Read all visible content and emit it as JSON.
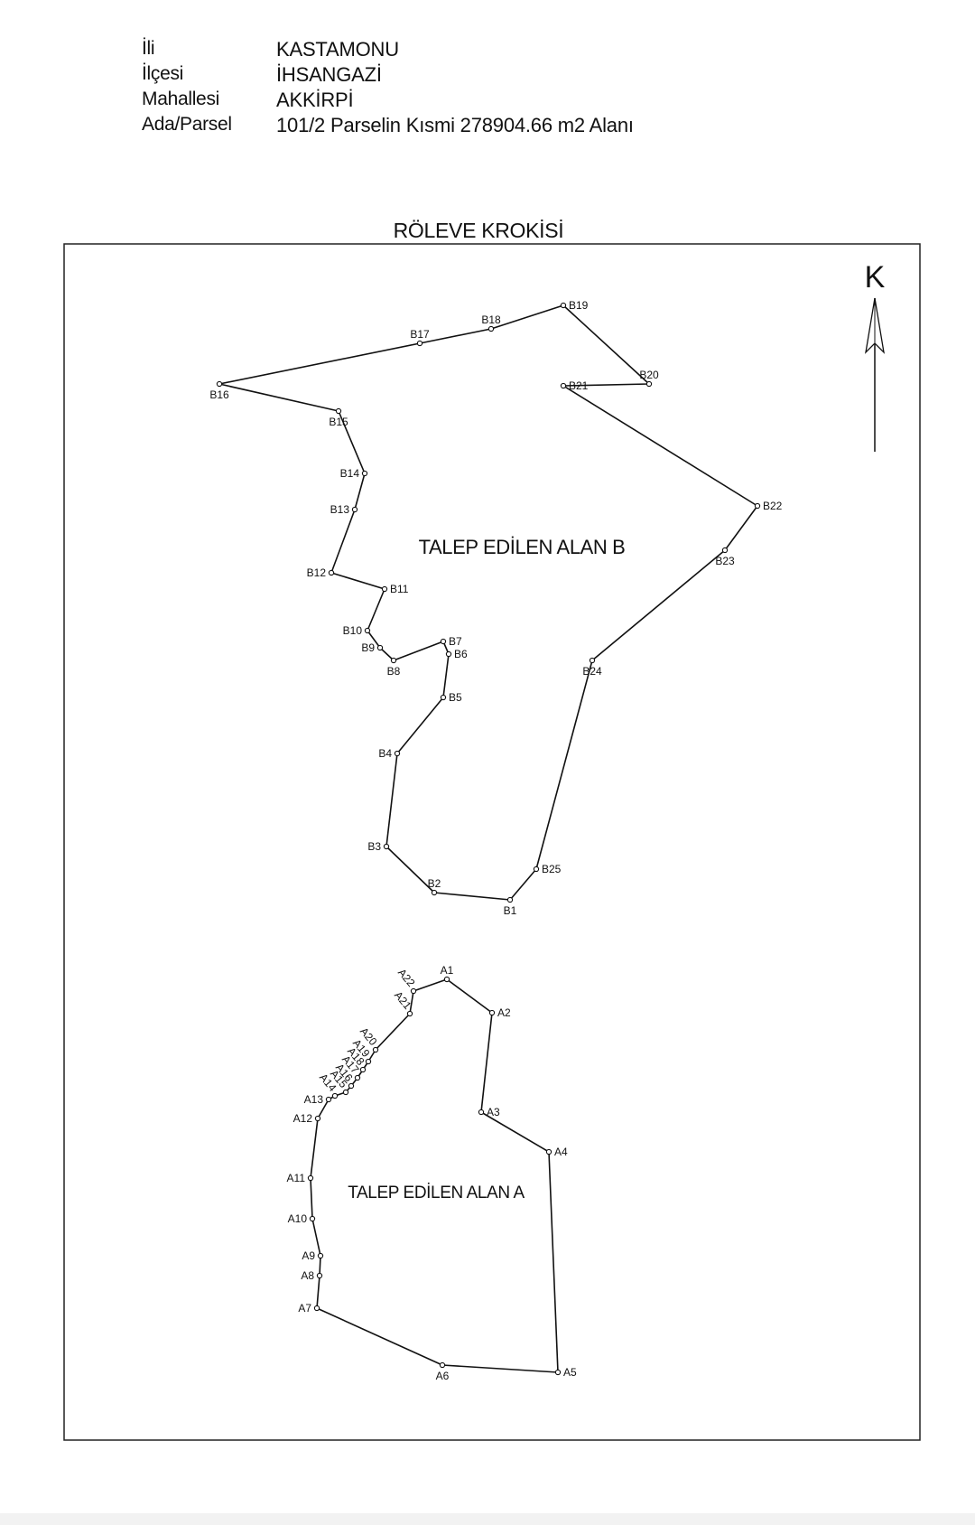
{
  "header": {
    "il_label": "İli",
    "il_value": "KASTAMONU",
    "ilce_label": "İlçesi",
    "ilce_value": "İHSANGAZİ",
    "mahalle_label": "Mahallesi",
    "mahalle_value": "AKKİRPİ",
    "adaparsel_label": "Ada/Parsel",
    "adaparsel_value": "101/2 Parselin Kısmi 278904.66 m2 Alanı"
  },
  "title": "RÖLEVE KROKİSİ",
  "north_label": "K",
  "area_b": {
    "label": "TALEP EDİLEN ALAN B",
    "points": [
      "B1",
      "B2",
      "B3",
      "B4",
      "B5",
      "B6",
      "B7",
      "B8",
      "B9",
      "B10",
      "B11",
      "B12",
      "B13",
      "B14",
      "B15",
      "B16",
      "B17",
      "B18",
      "B19",
      "B20",
      "B21",
      "B22",
      "B23",
      "B24",
      "B25"
    ]
  },
  "area_a": {
    "label": "TALEP EDİLEN ALAN A",
    "points": [
      "A1",
      "A2",
      "A3",
      "A4",
      "A5",
      "A6",
      "A7",
      "A8",
      "A9",
      "A10",
      "A11",
      "A12",
      "A13",
      "A14",
      "A15",
      "A16",
      "A17",
      "A18",
      "A19",
      "A20",
      "A21",
      "A22"
    ]
  }
}
